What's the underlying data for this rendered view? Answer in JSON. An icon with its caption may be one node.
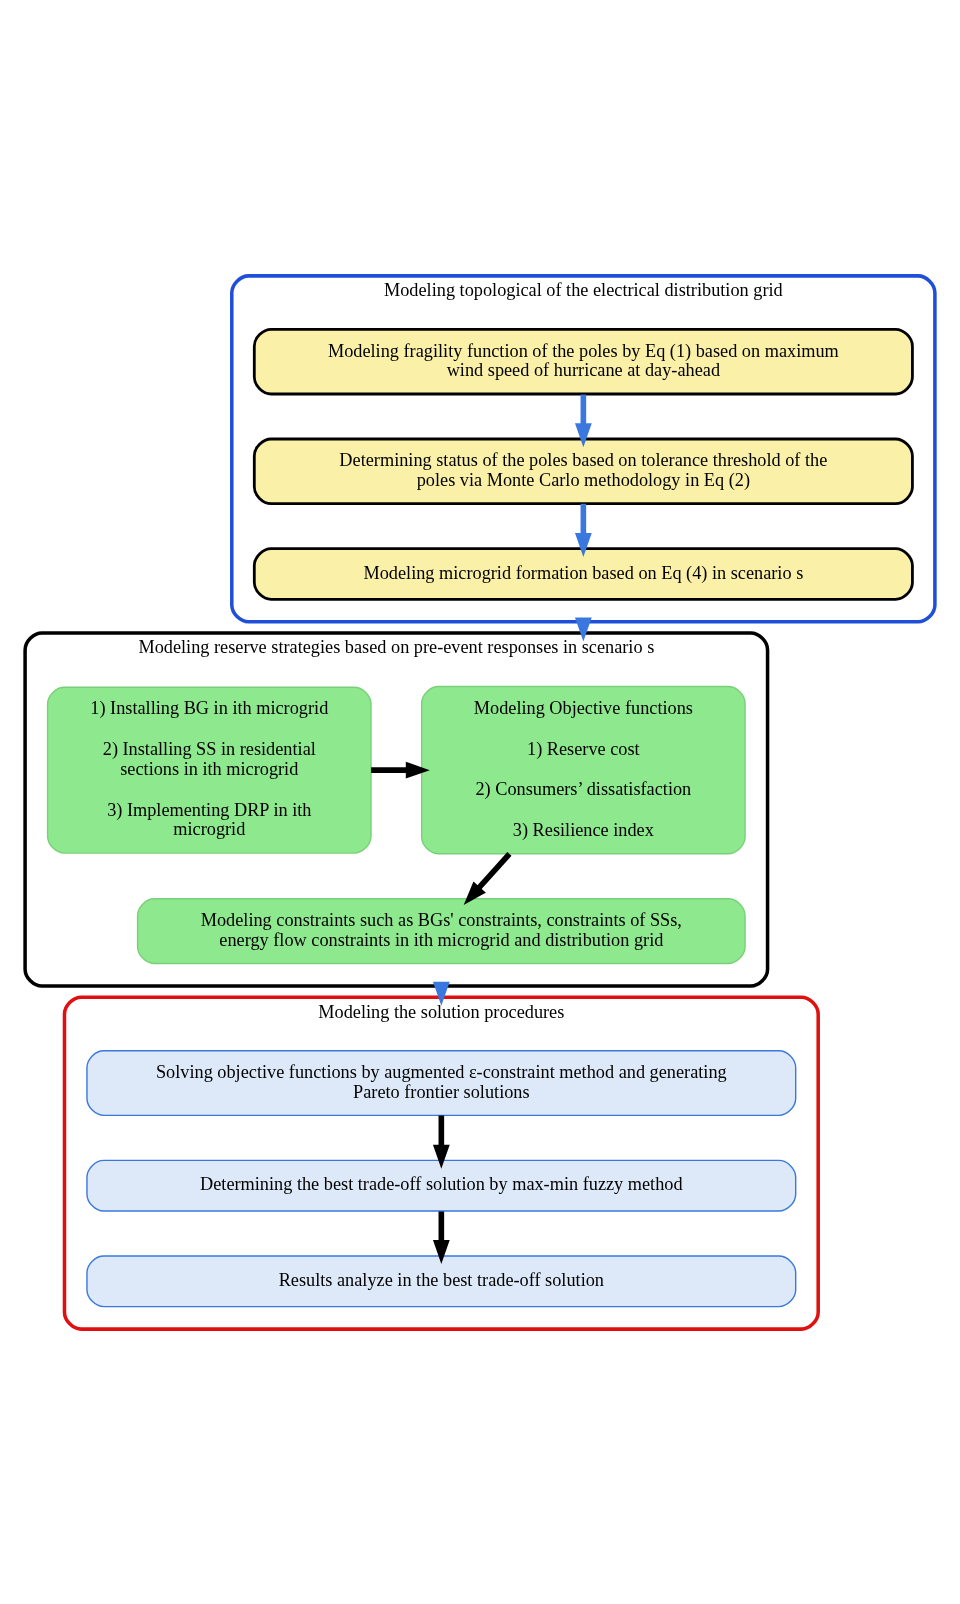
{
  "diagram": {
    "nodes": [
      {
        "text": [
          "Modeling topological of the electrical distribution grid"
        ]
      },
      {
        "text": [
          "Modeling fragility function of the poles by Eq (1) based on maximum wind speed of hurricane at day-ahead"
        ],
        "in": 0
      },
      {
        "text": [
          "Determining status of the poles based on tolerance threshold of the poles via Monte Carlo methodology in Eq (2)"
        ],
        "in": 0
      },
      {
        "text": [
          "Modeling microgrid formation based on Eq (4) in scenario s"
        ],
        "in": 0
      },
      {
        "text": [
          "Modeling reserve strategies based on pre-event responses in scenario s"
        ]
      },
      {
        "text": [
          "Modeling Objective functions",
          "1) Reserve cost",
          "2) Consumers’ dissatisfaction",
          "3) Resilience index"
        ],
        "in": 4
      },
      {
        "text": [
          "1) Installing BG in ith microgrid",
          "2) Installing SS in residential sections in ith microgrid",
          "3) Implementing DRP in ith microgrid"
        ],
        "in": 4
      },
      {
        "text": [
          "Modeling constraints such as BGs' constraints, constraints of SSs, energy flow constraints in ith microgrid and distribution grid"
        ],
        "in": 4
      },
      {
        "text": [
          "Modeling the solution procedures"
        ]
      },
      {
        "text": [
          "Solving objective functions by augmented ε-constraint method and generating Pareto frontier solutions"
        ],
        "in": 8
      },
      {
        "text": [
          "Determining the best trade-off solution by max-min fuzzy method"
        ],
        "in": 8
      },
      {
        "text": [
          "Results analyze in the best trade-off solution"
        ],
        "in": 8
      }
    ],
    "edges": [
      {
        "from": 1,
        "to": 2,
        "arrow": "to",
        "color": "#3a78e0"
      },
      {
        "from": 2,
        "to": 3,
        "arrow": "to",
        "color": "#3a78e0"
      },
      {
        "from": 0,
        "to": 4,
        "arrow": "to",
        "color": "#3a78e0"
      },
      {
        "from": 6,
        "to": 5,
        "arrow": "to",
        "color": "#000000"
      },
      {
        "from": 5,
        "to": 7,
        "arrow": "to",
        "color": "#000000"
      },
      {
        "from": 4,
        "to": 8,
        "arrow": "to",
        "color": "#3a78e0"
      },
      {
        "from": 9,
        "to": 10,
        "arrow": "to",
        "color": "#000000"
      },
      {
        "from": 10,
        "to": 11,
        "arrow": "to",
        "color": "#000000"
      }
    ]
  }
}
